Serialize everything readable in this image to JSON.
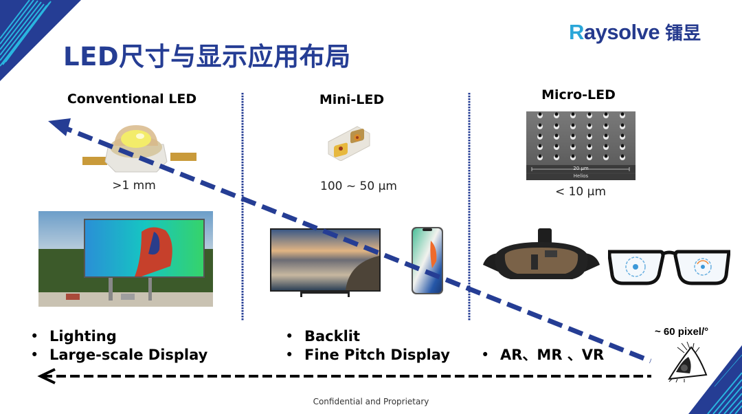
{
  "slide": {
    "title": "LED尺寸与显示应用布局",
    "footer": "Confidential and Proprietary",
    "colors": {
      "primary_navy": "#253d94",
      "accent_cyan": "#29b6e0",
      "text_black": "#000000"
    }
  },
  "logo": {
    "brand_initial": "R",
    "brand_rest": "aysolve",
    "brand_cn": "镭昱"
  },
  "columns": [
    {
      "heading": "Conventional LED",
      "size": ">1 mm",
      "image": "high-power-led-chip",
      "application_image": "outdoor-led-billboard",
      "applications": [
        "Lighting",
        "Large-scale Display"
      ]
    },
    {
      "heading": "Mini-LED",
      "size": "100 ~ 50 µm",
      "image": "mini-led-package",
      "application_images": [
        "led-backlit-tv",
        "smartphone"
      ],
      "applications": [
        "Backlit",
        "Fine Pitch Display"
      ]
    },
    {
      "heading": "Micro-LED",
      "size": "< 10 µm",
      "image": "micro-led-sem-array",
      "sem_scale": "20 µm",
      "sem_caption": "Helios",
      "application_images": [
        "vr-headset",
        "ar-glasses"
      ],
      "applications": [
        "AR、MR 、VR"
      ]
    }
  ],
  "eye": {
    "label": "~ 60 pixel/°",
    "icon": "eye-icon"
  },
  "arrows": {
    "diagonal": "dashed-navy-arrow-toward-top-left",
    "horizontal": "dashed-black-arrow-toward-left"
  }
}
